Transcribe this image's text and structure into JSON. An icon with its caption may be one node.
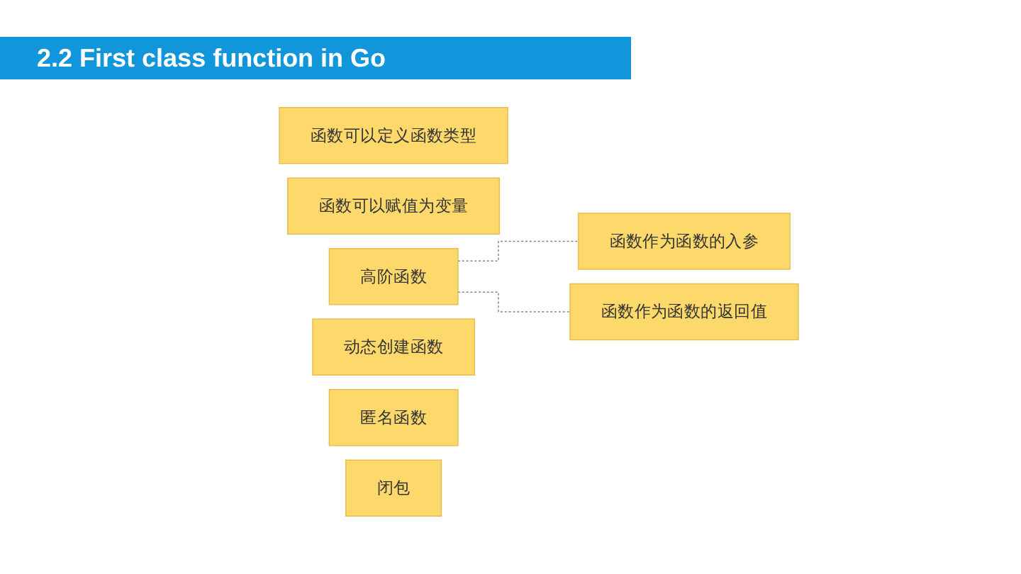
{
  "diagram": {
    "title": "2.2 First class function in Go",
    "nodes": [
      {
        "text": [
          "函数可以定义函数类型"
        ]
      },
      {
        "text": [
          "函数可以赋值为变量"
        ]
      },
      {
        "text": [
          "高阶函数"
        ]
      },
      {
        "text": [
          "动态创建函数"
        ]
      },
      {
        "text": [
          "匿名函数"
        ]
      },
      {
        "text": [
          "闭包"
        ]
      },
      {
        "text": [
          "函数作为函数的入参"
        ]
      },
      {
        "text": [
          "函数作为函数的返回值"
        ]
      }
    ],
    "edges": [
      {
        "from": 2,
        "to": 6,
        "arrow": "none",
        "style": "dashed",
        "color": "#7f7f7f"
      },
      {
        "from": 2,
        "to": 7,
        "arrow": "none",
        "style": "dashed",
        "color": "#7f7f7f"
      }
    ]
  }
}
